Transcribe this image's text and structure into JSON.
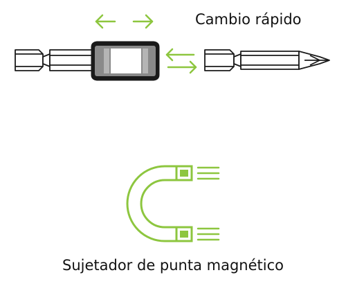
{
  "captions": {
    "quick_change": "Cambio rápido",
    "magnetic_holder": "Sujetador de punta magnético"
  },
  "colors": {
    "accent": "#8DC63F",
    "outline": "#1a1a1a",
    "sleeve_gray": "#8a8a8a",
    "sleeve_highlight": "#ffffff"
  },
  "icons": {
    "slide_arrows": "double-arrow-left-right",
    "swap_arrows": "swap-arrows",
    "magnet": "horseshoe-magnet"
  }
}
